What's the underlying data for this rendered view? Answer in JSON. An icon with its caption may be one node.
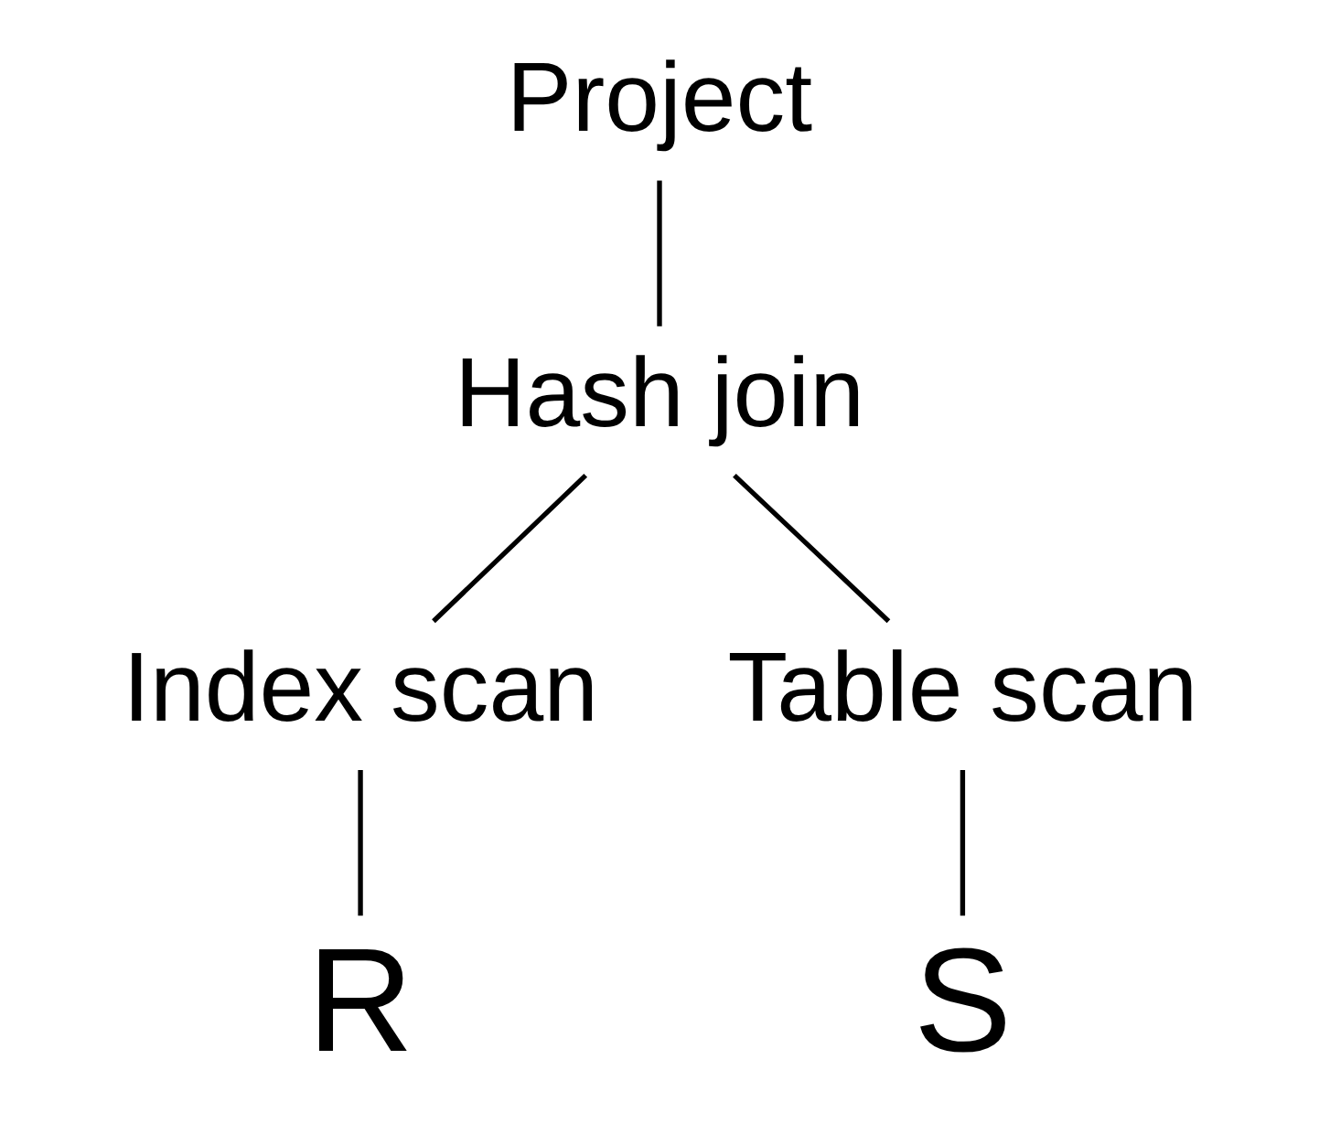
{
  "diagram": {
    "nodes": [
      {
        "text": [
          "Project"
        ]
      },
      {
        "text": [
          "Hash join"
        ]
      },
      {
        "text": [
          "Index scan"
        ]
      },
      {
        "text": [
          "Table scan"
        ]
      },
      {
        "text": [
          "R"
        ]
      },
      {
        "text": [
          "S"
        ]
      }
    ],
    "edges": [
      {
        "from": 0,
        "to": 1,
        "arrow": "none"
      },
      {
        "from": 1,
        "to": 2,
        "arrow": "none"
      },
      {
        "from": 1,
        "to": 3,
        "arrow": "none"
      },
      {
        "from": 2,
        "to": 4,
        "arrow": "none"
      },
      {
        "from": 3,
        "to": 5,
        "arrow": "none"
      }
    ]
  }
}
